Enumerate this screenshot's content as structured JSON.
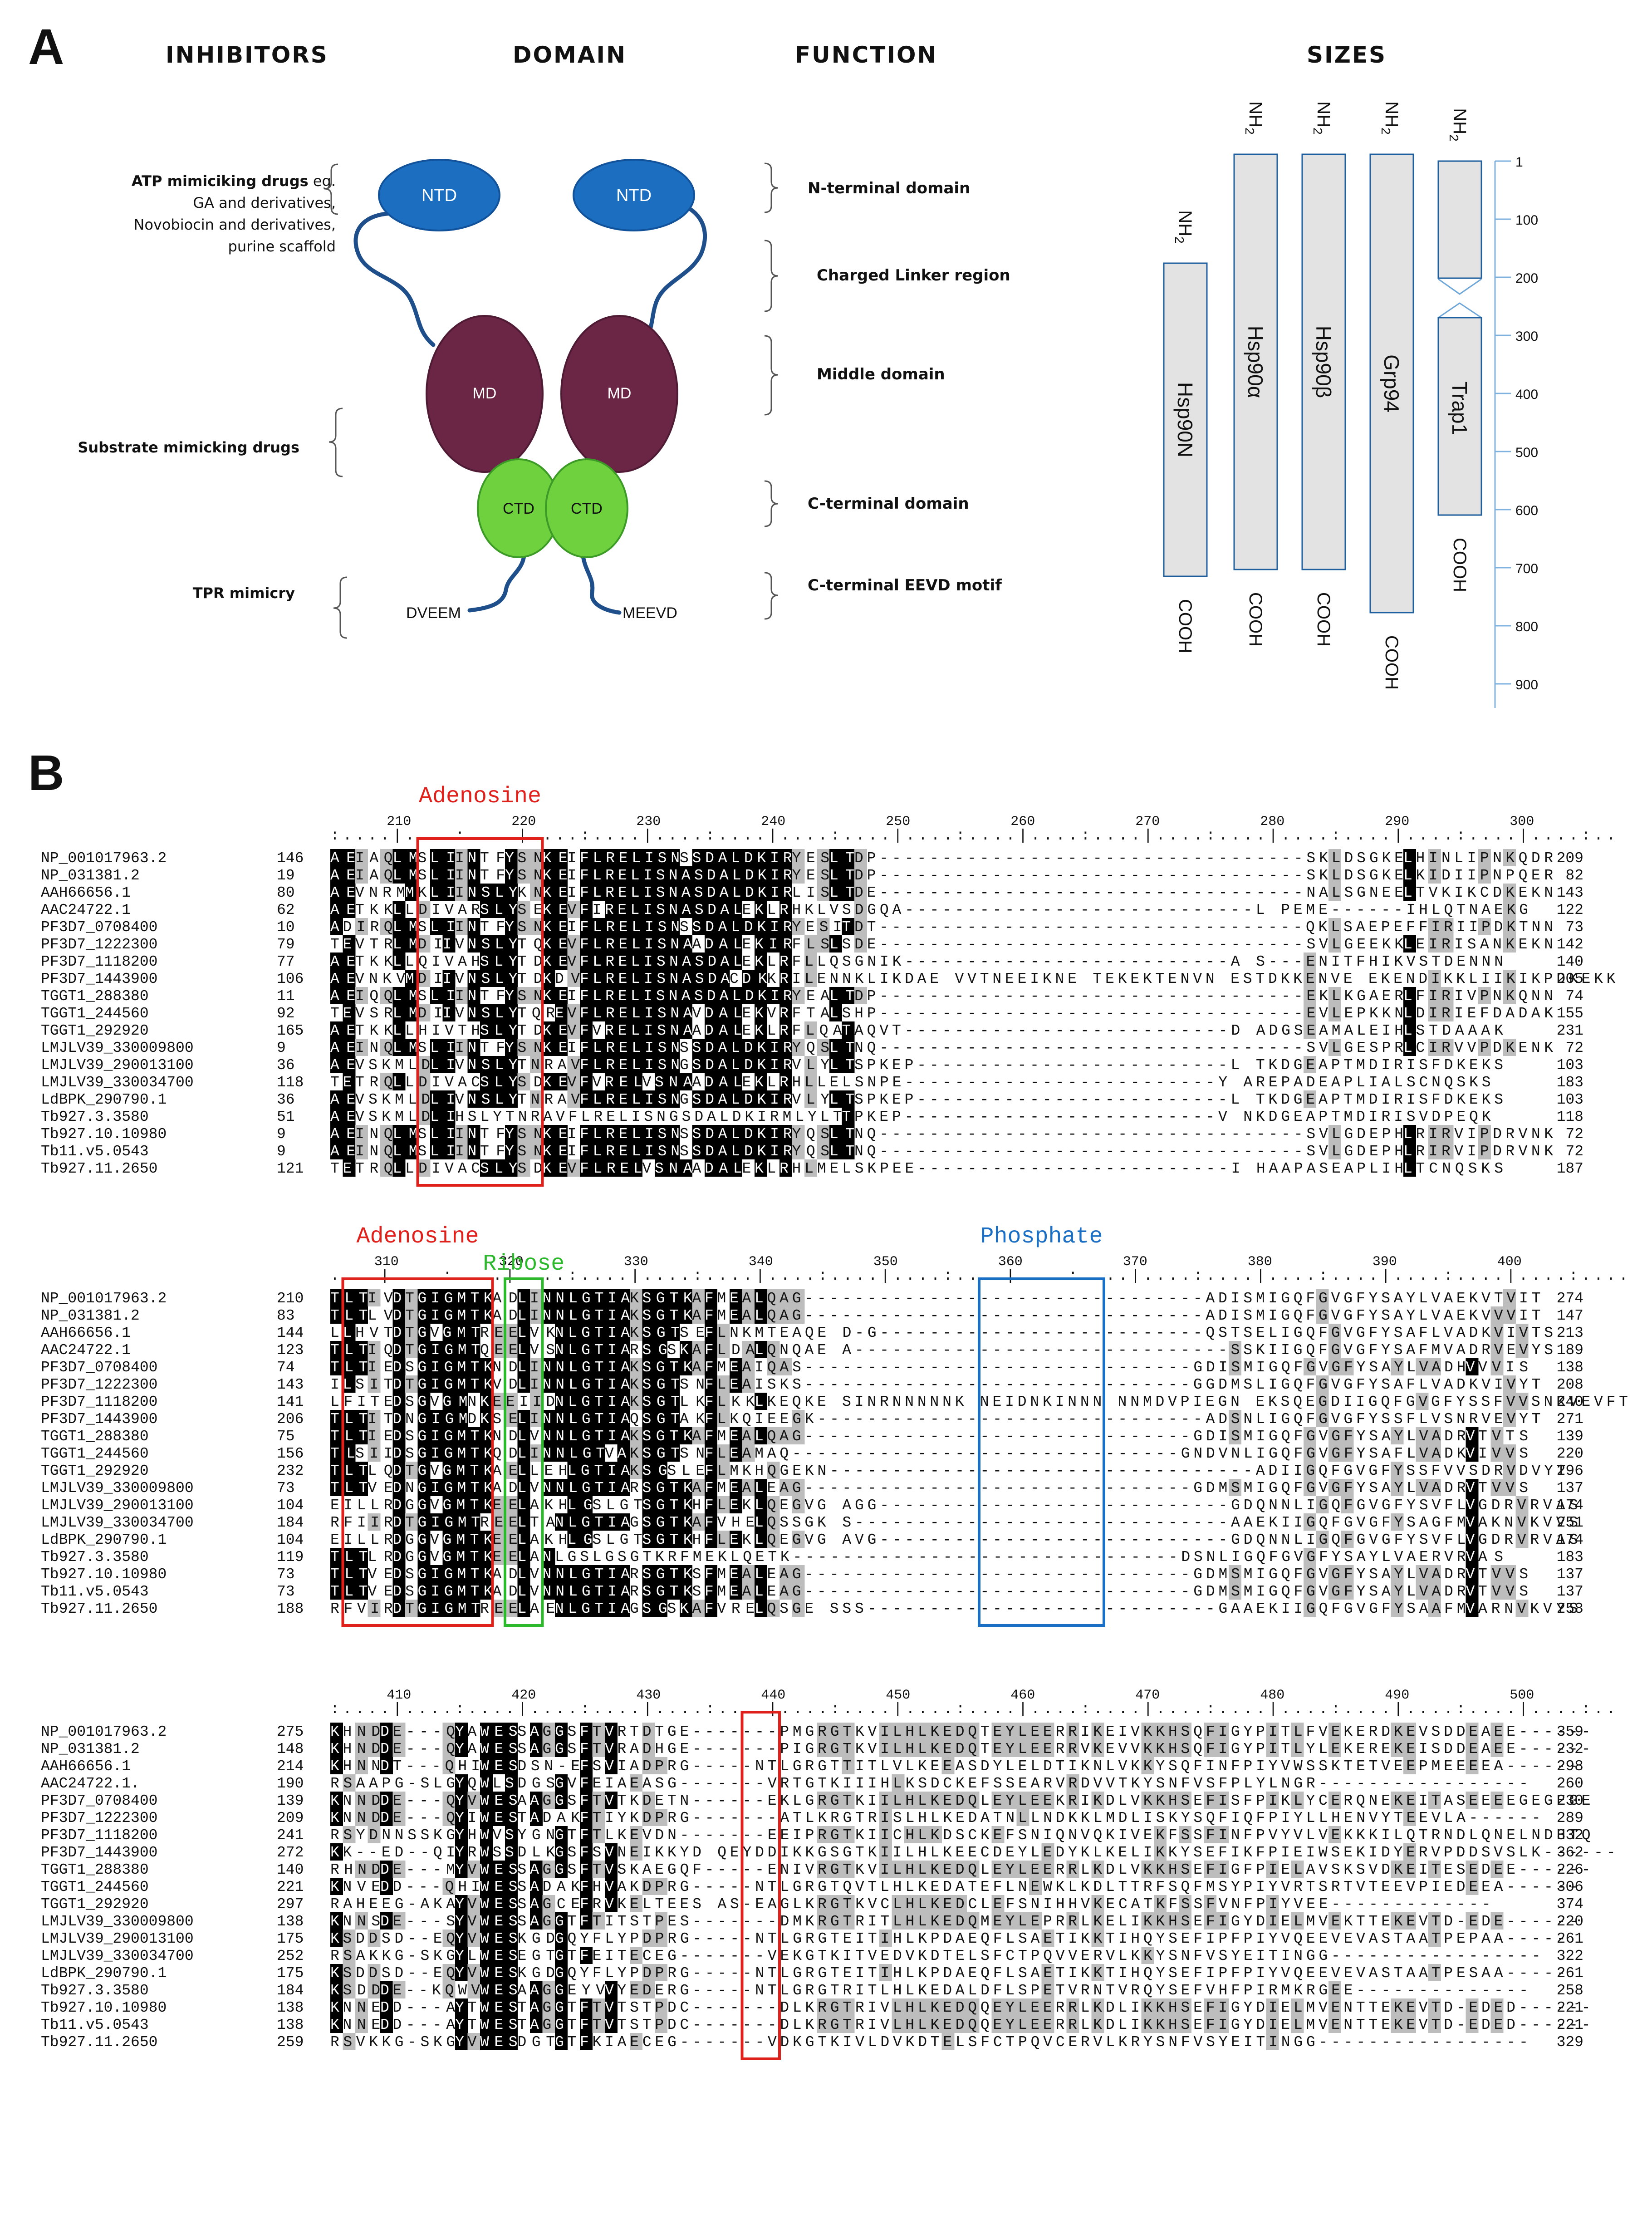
{
  "panel_a": {
    "label": "A",
    "headers": {
      "inhibitors": "INHIBITORS",
      "domain": "DOMAIN",
      "function": "FUNCTION",
      "sizes": "SIZES"
    },
    "inhibitors": {
      "atp_bold": "ATP mimiciking drugs",
      "atp_line1_rest": " eg.",
      "atp_line2": "GA and derivatives,",
      "atp_line3": "Novobiocin and derivatives,",
      "atp_line4": "purine scaffold",
      "substrate": "Substrate mimicking drugs",
      "tpr": "TPR mimicry"
    },
    "domains": {
      "ntd": "NTD",
      "md": "MD",
      "ctd": "CTD",
      "left_motif": "DVEEM",
      "right_motif": "MEEVD"
    },
    "functions": {
      "nterm": "N-terminal domain",
      "linker": "Charged Linker region",
      "middle": "Middle domain",
      "cterm": "C-terminal domain",
      "eevd": "C-terminal EEVD motif"
    },
    "sizes": {
      "proteins": [
        "Hsp90N",
        "Hsp90α",
        "Hsp90β",
        "Grp94",
        "Trap1"
      ],
      "nh2": "NH",
      "nh2_sub": "2",
      "cooh": "COOH",
      "scale_ticks": [
        "1",
        "100",
        "200",
        "300",
        "400",
        "500",
        "600",
        "700",
        "800",
        "900"
      ]
    }
  },
  "panel_b": {
    "label": "B",
    "blocks": [
      {
        "ruler": [
          "210",
          "220",
          "230",
          "240",
          "250",
          "260",
          "270",
          "280",
          "290",
          "300"
        ],
        "boxes": [
          {
            "label": "Adenosine",
            "color": "#e0201b"
          }
        ],
        "rows": [
          {
            "id": "NP_001017963.2",
            "start": "146",
            "seq": "AEIAQLMSLIINTFYSNKEIFLRELISNSSDALDKIRYESLTDP----------------------------------SKLDSGKELHINLIPNKQDR",
            "end": "209"
          },
          {
            "id": "NP_031381.2",
            "start": "19",
            "seq": "AEIAQLMSLIINTFYSNKEIFLRELISNASDALDKIRYESLTDP----------------------------------SKLDSGKELKIDIIPNPQER",
            "end": "82"
          },
          {
            "id": "AAH66656.1",
            "start": "80",
            "seq": "AEVNRMMKLIINSLYKNKEIFLRELISNASDALDKIRLISLTDE----------------------------------NALSGNEELTVKIKCDKEKN",
            "end": "143"
          },
          {
            "id": "AAC24722.1",
            "start": "62",
            "seq": "AETKKLLDIVARSLYSEKEVFIRELISNASDALEKLRHKLVSDGQA----------------------------L PEME------IHLQTNAEKG",
            "end": "122"
          },
          {
            "id": "PF3D7_0708400",
            "start": "10",
            "seq": "ADIRQLMSLIINTFYSNKEIFLRELISNSSDALDKIRYESITDT----------------------------------QKLSAEPEFFIRIIPDKTNN",
            "end": "73"
          },
          {
            "id": "PF3D7_1222300",
            "start": "79",
            "seq": "TEVTRLMDIIVNSLYTQKEVFLRELISNAADALEKIRFLSLSDE----------------------------------SVLGEEKKLEIRISANKEKN",
            "end": "142"
          },
          {
            "id": "PF3D7_1118200",
            "start": "77",
            "seq": "AETKKLLQIVAHSLYTDKEVFLRELISNASDALEKLRFLLQSGNIK--------------------------A S---ENITFHIKVSTDENNN",
            "end": "140"
          },
          {
            "id": "PF3D7_1443900",
            "start": "106",
            "seq": "AEVNKVMDIIVNSLYTDKDVFLRELISNASDACDKKRILENNKLIKDAE VVTNEEIKNE TEKEKTENVN ESTDKKENVE EKENDIKKLIIKIKPDKEKK",
            "end": "205"
          },
          {
            "id": "TGGT1_288380",
            "start": "11",
            "seq": "AEIQQLMSLIINTFYSNKEIFLRELISNASDALDKIRYEALTDP----------------------------------EKLKGAERLFIRIVPNKQNN",
            "end": "74"
          },
          {
            "id": "TGGT1_244560",
            "start": "92",
            "seq": "TEVSRLMDIIVNSLYTQREVFLRELISNAVDALEKVRFTALSHP----------------------------------EVLEPKKNLDIRIEFDADAK",
            "end": "155"
          },
          {
            "id": "TGGT1_292920",
            "start": "165",
            "seq": "AETKKLLHIVTHSLYTDKEVFVRELISNAADALEKLRFLQATAQVT--------------------------D ADGSEAMALEIHLSTDAAAK",
            "end": "231"
          },
          {
            "id": "LMJLV39_330009800",
            "start": "9",
            "seq": "AEINQLMSLIINTFYSNKEIFLRELISNSSDALDKIRYQSLTNQ----------------------------------SVLGESPRLCIRVVPDKENK",
            "end": "72"
          },
          {
            "id": "LMJLV39_290013100",
            "start": "36",
            "seq": "AEVSKMLDLIVNSLYTNRAVFLRELISNGSDALDKIRVLYLTSPKEP-------------------------L TKDGEAPTMDIRISFDKEKS",
            "end": "103"
          },
          {
            "id": "LMJLV39_330034700",
            "start": "118",
            "seq": "TETRQLLDIVACSLYSDKEVFVRELVSNAADALEKLRHLLELSNPE-------------------------Y AREPADEAPLIALSCNQSKS",
            "end": "183"
          },
          {
            "id": "LdBPK_290790.1",
            "start": "36",
            "seq": "AEVSKMLDLIVNSLYTNRAVFLRELISNGSDALDKIRVLYLTSPKEP-------------------------L TKDGEAPTMDIRISFDKEKS",
            "end": "103"
          },
          {
            "id": "Tb927.3.3580",
            "start": "51",
            "seq": "AEVSKMLDLIHSLYTNRAVFLRELISNGSDALDKIRMLYLTTPKEP-------------------------V NKDGEAPTMDIRISVDPEQK",
            "end": "118"
          },
          {
            "id": "Tb927.10.10980",
            "start": "9",
            "seq": "AEINQLMSLIINTFYSNKEIFLRELISNSSDALDKIRYQSLTNQ----------------------------------SVLGDEPHLRIRVIPDRVNK",
            "end": "72"
          },
          {
            "id": "Tb11.v5.0543",
            "start": "9",
            "seq": "AEINQLMSLIINTFYSNKEIFLRELISNSSDALDKIRYQSLTNQ----------------------------------SVLGDEPHLRIRVIPDRVNK",
            "end": "72"
          },
          {
            "id": "Tb927.11.2650",
            "start": "121",
            "seq": "TETRQLLDIVACSLYSDKEVFLRELVSNAADALEKLRHLMELSKPEE-------------------------I HAAPASEAPLIHLTCNQSKS",
            "end": "187"
          }
        ]
      },
      {
        "ruler": [
          "310",
          "320",
          "330",
          "340",
          "350",
          "360",
          "370",
          "380",
          "390",
          "400"
        ],
        "boxes": [
          {
            "label": "Adenosine",
            "color": "#e0201b"
          },
          {
            "label": "Ribose",
            "color": "#2db82d"
          },
          {
            "label": "Phosphate",
            "color": "#1a6fc4"
          }
        ],
        "rows": [
          {
            "id": "NP_001017963.2",
            "start": "210",
            "seq": "TLTIVDTGIGMTKADLINNLGTIAKSGTKAFMEALQAG--------------------------------ADISMIGQFGVGFYSAYLVAEKVTVIT",
            "end": "274"
          },
          {
            "id": "NP_031381.2",
            "start": "83",
            "seq": "TLTLVDTGIGMTKADLINNLGTIAKSGTKAFMEALQAG--------------------------------ADISMIGQFGVGFYSAYLVAEKVVVIT",
            "end": "147"
          },
          {
            "id": "AAH66656.1",
            "start": "144",
            "seq": "LLHVTDTGVGMTREELVKNLGTIAKSGTSEFLNKMTEAQE D-G--------------------------QSTSELIGQFGVGFYSAFLVADKVIVTS",
            "end": "213"
          },
          {
            "id": "AAC24722.1",
            "start": "123",
            "seq": "TLTIQDTGIGMTQEELVSNLGTIARSGSKAFLDALQNQAE A------------------------------SSKIIGQFGVGFYSAFMVADRVEVYS",
            "end": "189"
          },
          {
            "id": "PF3D7_0708400",
            "start": "74",
            "seq": "TLTIEDSGIGMTKNDLINNLGTIAKSGTKAFMEAIQAS-------------------------------GDISMIGQFGVGFYSAYLVADHVVVIS",
            "end": "138"
          },
          {
            "id": "PF3D7_1222300",
            "start": "143",
            "seq": "ILSITDTGIGMTKVDLINNLGTIAKSGTSNFLEAISKS-------------------------------GGDMSLIGQFGVGFYSAFLVADKVIVYT",
            "end": "208"
          },
          {
            "id": "PF3D7_1118200",
            "start": "141",
            "seq": "LFITEDSGVGMNKEEIIDNLGTIAKSGTLKFLKKLKEQKE SINRNNNNNK NEIDNKINNN NNMDVPIEGN EKSQEGDIIGQFGVGFYSSFVVSNKVEVFT",
            "end": "240"
          },
          {
            "id": "PF3D7_1443900",
            "start": "206",
            "seq": "TLTITDNGIGMDKSELINNLGTIAQSGTAKFLKQIEEGK-------------------------------ADSNLIGQFGVGFYSSFLVSNRVEVYT",
            "end": "271"
          },
          {
            "id": "TGGT1_288380",
            "start": "75",
            "seq": "TLTIEDSGIGMTKNDLVNNLGTIAKSGTKAFMEALQAG-------------------------------GDISMIGQFGVGFYSAYLVADRVTVTS",
            "end": "139"
          },
          {
            "id": "TGGT1_244560",
            "start": "156",
            "seq": "TLSIIDSGIGMTKQDLINNLGTVAKSGTSNFLEAMAQ-------------------------------GNDVNLIGQFGVGFYSAFLVADKVIVVS",
            "end": "220"
          },
          {
            "id": "TGGT1_292920",
            "start": "232",
            "seq": "TLTLQDTGVGMTKAELLEHLGTIAKSGSLEFLMKHQGEKN----------------------------------ADIIGQFGVGFYSSFVVSDRVDVYT",
            "end": "296"
          },
          {
            "id": "LMJLV39_330009800",
            "start": "73",
            "seq": "TLTVEDNGIGMTKADLVNNLGTIARSGTKAFMEALEAG-------------------------------GDMSMIGQFGVGFYSAYLVADRVTVVS",
            "end": "137"
          },
          {
            "id": "LMJLV39_290013100",
            "start": "104",
            "seq": "EILLRDGGVGMTKEELAKHLGSLGTSGTKHFLEKLQEGVG AGG----------------------------GDQNNLIGQFGVGFYSVFLVGDRVRVAS",
            "end": "174"
          },
          {
            "id": "LMJLV39_330034700",
            "start": "184",
            "seq": "RFIIRDTGIGMTREELTANLGTIAGSGTKAFVHELQSSGK S------------------------------AAEKIIGQFGVGFYSAGFMVAKNVKVVS",
            "end": "251"
          },
          {
            "id": "LdBPK_290790.1",
            "start": "104",
            "seq": "EILLRDGGVGMTKEELAKHLGSLGTSGTKHFLEKLQEGVG AVG----------------------------GDQNNLIGQFGVGFYSVFLVGDRVRVAS",
            "end": "174"
          },
          {
            "id": "Tb927.3.3580",
            "start": "119",
            "seq": "TLTLRDGGVGMTKEELANLGSLGSGTKRFMEKLQETK-------------------------------DSNLIGQFGVGFYSAYLVAERVRVAS",
            "end": "183"
          },
          {
            "id": "Tb927.10.10980",
            "start": "73",
            "seq": "TLTVEDSGIGMTKADLVNNLGTIARSGTKSFMEALEAG-------------------------------GDMSMIGQFGVGFYSAYLVADRVTVVS",
            "end": "137"
          },
          {
            "id": "Tb11.v5.0543",
            "start": "73",
            "seq": "TLTVEDSGIGMTKADLVNNLGTIARSGTKSFMEALEAG-------------------------------GDMSMIGQFGVGFYSAYLVADRVTVVS",
            "end": "137"
          },
          {
            "id": "Tb927.11.2650",
            "start": "188",
            "seq": "RFVIRDTGIGMTREELAENLGTIAGSGSKAFVRELQSGE SSS----------------------------GAAEKIIGQFGVGFYSAAFMVARNVKVYS",
            "end": "258"
          }
        ]
      },
      {
        "ruler": [
          "410",
          "420",
          "430",
          "440",
          "450",
          "460",
          "470",
          "480",
          "490",
          "500"
        ],
        "boxes": [
          {
            "label": "",
            "color": "#e0201b"
          }
        ],
        "rows": [
          {
            "id": "NP_001017963.2",
            "start": "275",
            "seq": "KHNDDE---QYAWESSAGGSFTVRTDTGE-------PMGRGTKVILHLKEDQTEYLEERRIKEIVKKHSQFIGYPITLFVEKERDKEVSDDEAEE------",
            "end": "359"
          },
          {
            "id": "NP_031381.2",
            "start": "148",
            "seq": "KHNDDE---QYAWESSAGGSFTVRADHGE-------PIGRGTKVILHLKEDQTEYLEERRVKEVVKKHSQFIGYPITLYLEKEREKEISDDEAEE------",
            "end": "232"
          },
          {
            "id": "AAH66656.1",
            "start": "214",
            "seq": "KHNNDT---QHIWESDSN-EFSVIADPRG-----NTLGRGTTITLVLKEEASDYLELDTIKNLVKKYSQFINFPIYVWSSKTETVEEPMEEEEA------",
            "end": "298"
          },
          {
            "id": "AAC24722.1.",
            "start": "190",
            "seq": "RSAAPG-SLGYQWLSDGSGVFEIAEASG-------VRTGTKIIIHLKSDCKEFSSEARVRDVVTKYSNFVSFPLYLNGR-----------------",
            "end": "260"
          },
          {
            "id": "PF3D7_0708400",
            "start": "139",
            "seq": "KNNDDE---QYVWESAAGGSFTVTKDETN------EKLGRGTKIILHLKEDQLEYLEEKRIKDLVKKHSEFISFPIKLYCERQNEKEITASEEEEGEGEGE",
            "end": "230"
          },
          {
            "id": "PF3D7_1222300",
            "start": "209",
            "seq": "KNNDDE---QYIWESTADAKFTIYKDPRG-------ATLKRGTRISLHLKEDATNLLNDKKLMDLISKYSQFIQFPIYLLHENVYTEEVLA------",
            "end": "289"
          },
          {
            "id": "PF3D7_1118200",
            "start": "241",
            "seq": "RSYDNNSSKGYHWVSYGNGTFTLKEVDN-------EEIPRGTKIICHLKDSCKEFSNIQNVQKIVEKFSSFINFPVYVLVEKKKILQTRNDLQNELNDHTQ",
            "end": "332"
          },
          {
            "id": "PF3D7_1443900",
            "start": "272",
            "seq": "KK--ED--QIYRWSSDLKGSFSVNEIKKYD QEYDDIKKGSGTKIILHLKEECDEYLEDYKLKELIKKYSEFIKFPIEIWSEKIDYERVPDDSVSLK------",
            "end": "362"
          },
          {
            "id": "TGGT1_288380",
            "start": "140",
            "seq": "RHNDDE---MYVWESSAGGSFTVSKAEGQF-----ENIVRGTKVILHLKEDQLEYLEERRLKDLVKKHSEFIGFPIELAVSKSVDKEITESEDEE------",
            "end": "226"
          },
          {
            "id": "TGGT1_244560",
            "start": "221",
            "seq": "KNVEDD---QHIWESSADAKFHVAKDPRG-----NTLGRGTQVTLHLKEDATEFLNEWKLKDLTTRFSQFMSYPIYVRTSRTVTEEVPIEDEEA------",
            "end": "306"
          },
          {
            "id": "TGGT1_292920",
            "start": "297",
            "seq": "RAHEEG-AKAYVWESSAGCEFRVKELTEES AS-EAGLKRGTKVCLHLKEDCLEFSNIHHVKECATKFSSFVNFPIYVEE-------------",
            "end": "374"
          },
          {
            "id": "LMJLV39_330009800",
            "start": "138",
            "seq": "KNNSDE---SYVWESSAGGTFTITSTPES-------DMKRGTRITLHLKEDQMEYLEPRRLKELIKKHSEFIGYDIELMVEKTTEKEVTD-EDE------",
            "end": "220"
          },
          {
            "id": "LMJLV39_290013100",
            "start": "175",
            "seq": "KSDDSD--EQYVWESKGDGQYFLYPDPRG-----NTLGRGTEITIHLKPDAEQFLSAETIKKTIHQYSEFIPFPIYVQEEVEVASTAATPEPAA-----",
            "end": "261"
          },
          {
            "id": "LMJLV39_330034700",
            "start": "252",
            "seq": "RSAKKG-SKGYLWESEGTGTFEITECEG-------VEKGTKITVEDVKDTELSFCTPQVVERVLKKYSNFVSYEITINGG-----------------",
            "end": "322"
          },
          {
            "id": "LdBPK_290790.1",
            "start": "175",
            "seq": "KSDDSD--EQYVWESKGDGQYFLYPDPRG-----NTLGRGTEITIHLKPDAEQFLSAETIKKTIHQYSEFIPFPIYVQEEVEVASTAATPESAA-----",
            "end": "261"
          },
          {
            "id": "Tb927.3.3580",
            "start": "184",
            "seq": "KSDDDE--KQWVWESAAGGEYVVYEDERG-----NTLGRGTRITLHLKEDALDFLSPETVRNTVRQYSEFVHFPIRMKRGEE--------------",
            "end": "258"
          },
          {
            "id": "Tb927.10.10980",
            "start": "138",
            "seq": "KNNEDD---AYTWESTAGGTFTVTSTPDC-------DLKRGTRIVLHLKEDQQEYLEERRLKDLIKKHSEFIGYDIELMVENTTEKEVTD-EDED------",
            "end": "221"
          },
          {
            "id": "Tb11.v5.0543",
            "start": "138",
            "seq": "KNNEDD---AYTWESTAGGTFTVTSTPDC-------DLKRGTRIVLHLKEDQQEYLEERRLKDLIKKHSEFIGYDIELMVENTTEKEVTD-EDED------",
            "end": "221"
          },
          {
            "id": "Tb927.11.2650",
            "start": "259",
            "seq": "RSVKKG-SKGYVWESDGTGTFKIAECEG-------VDKGTKIVLDVKDTELSFCTPQVCERVLKRYSNFVSYEITINGG-----------------",
            "end": "329"
          }
        ]
      }
    ]
  }
}
